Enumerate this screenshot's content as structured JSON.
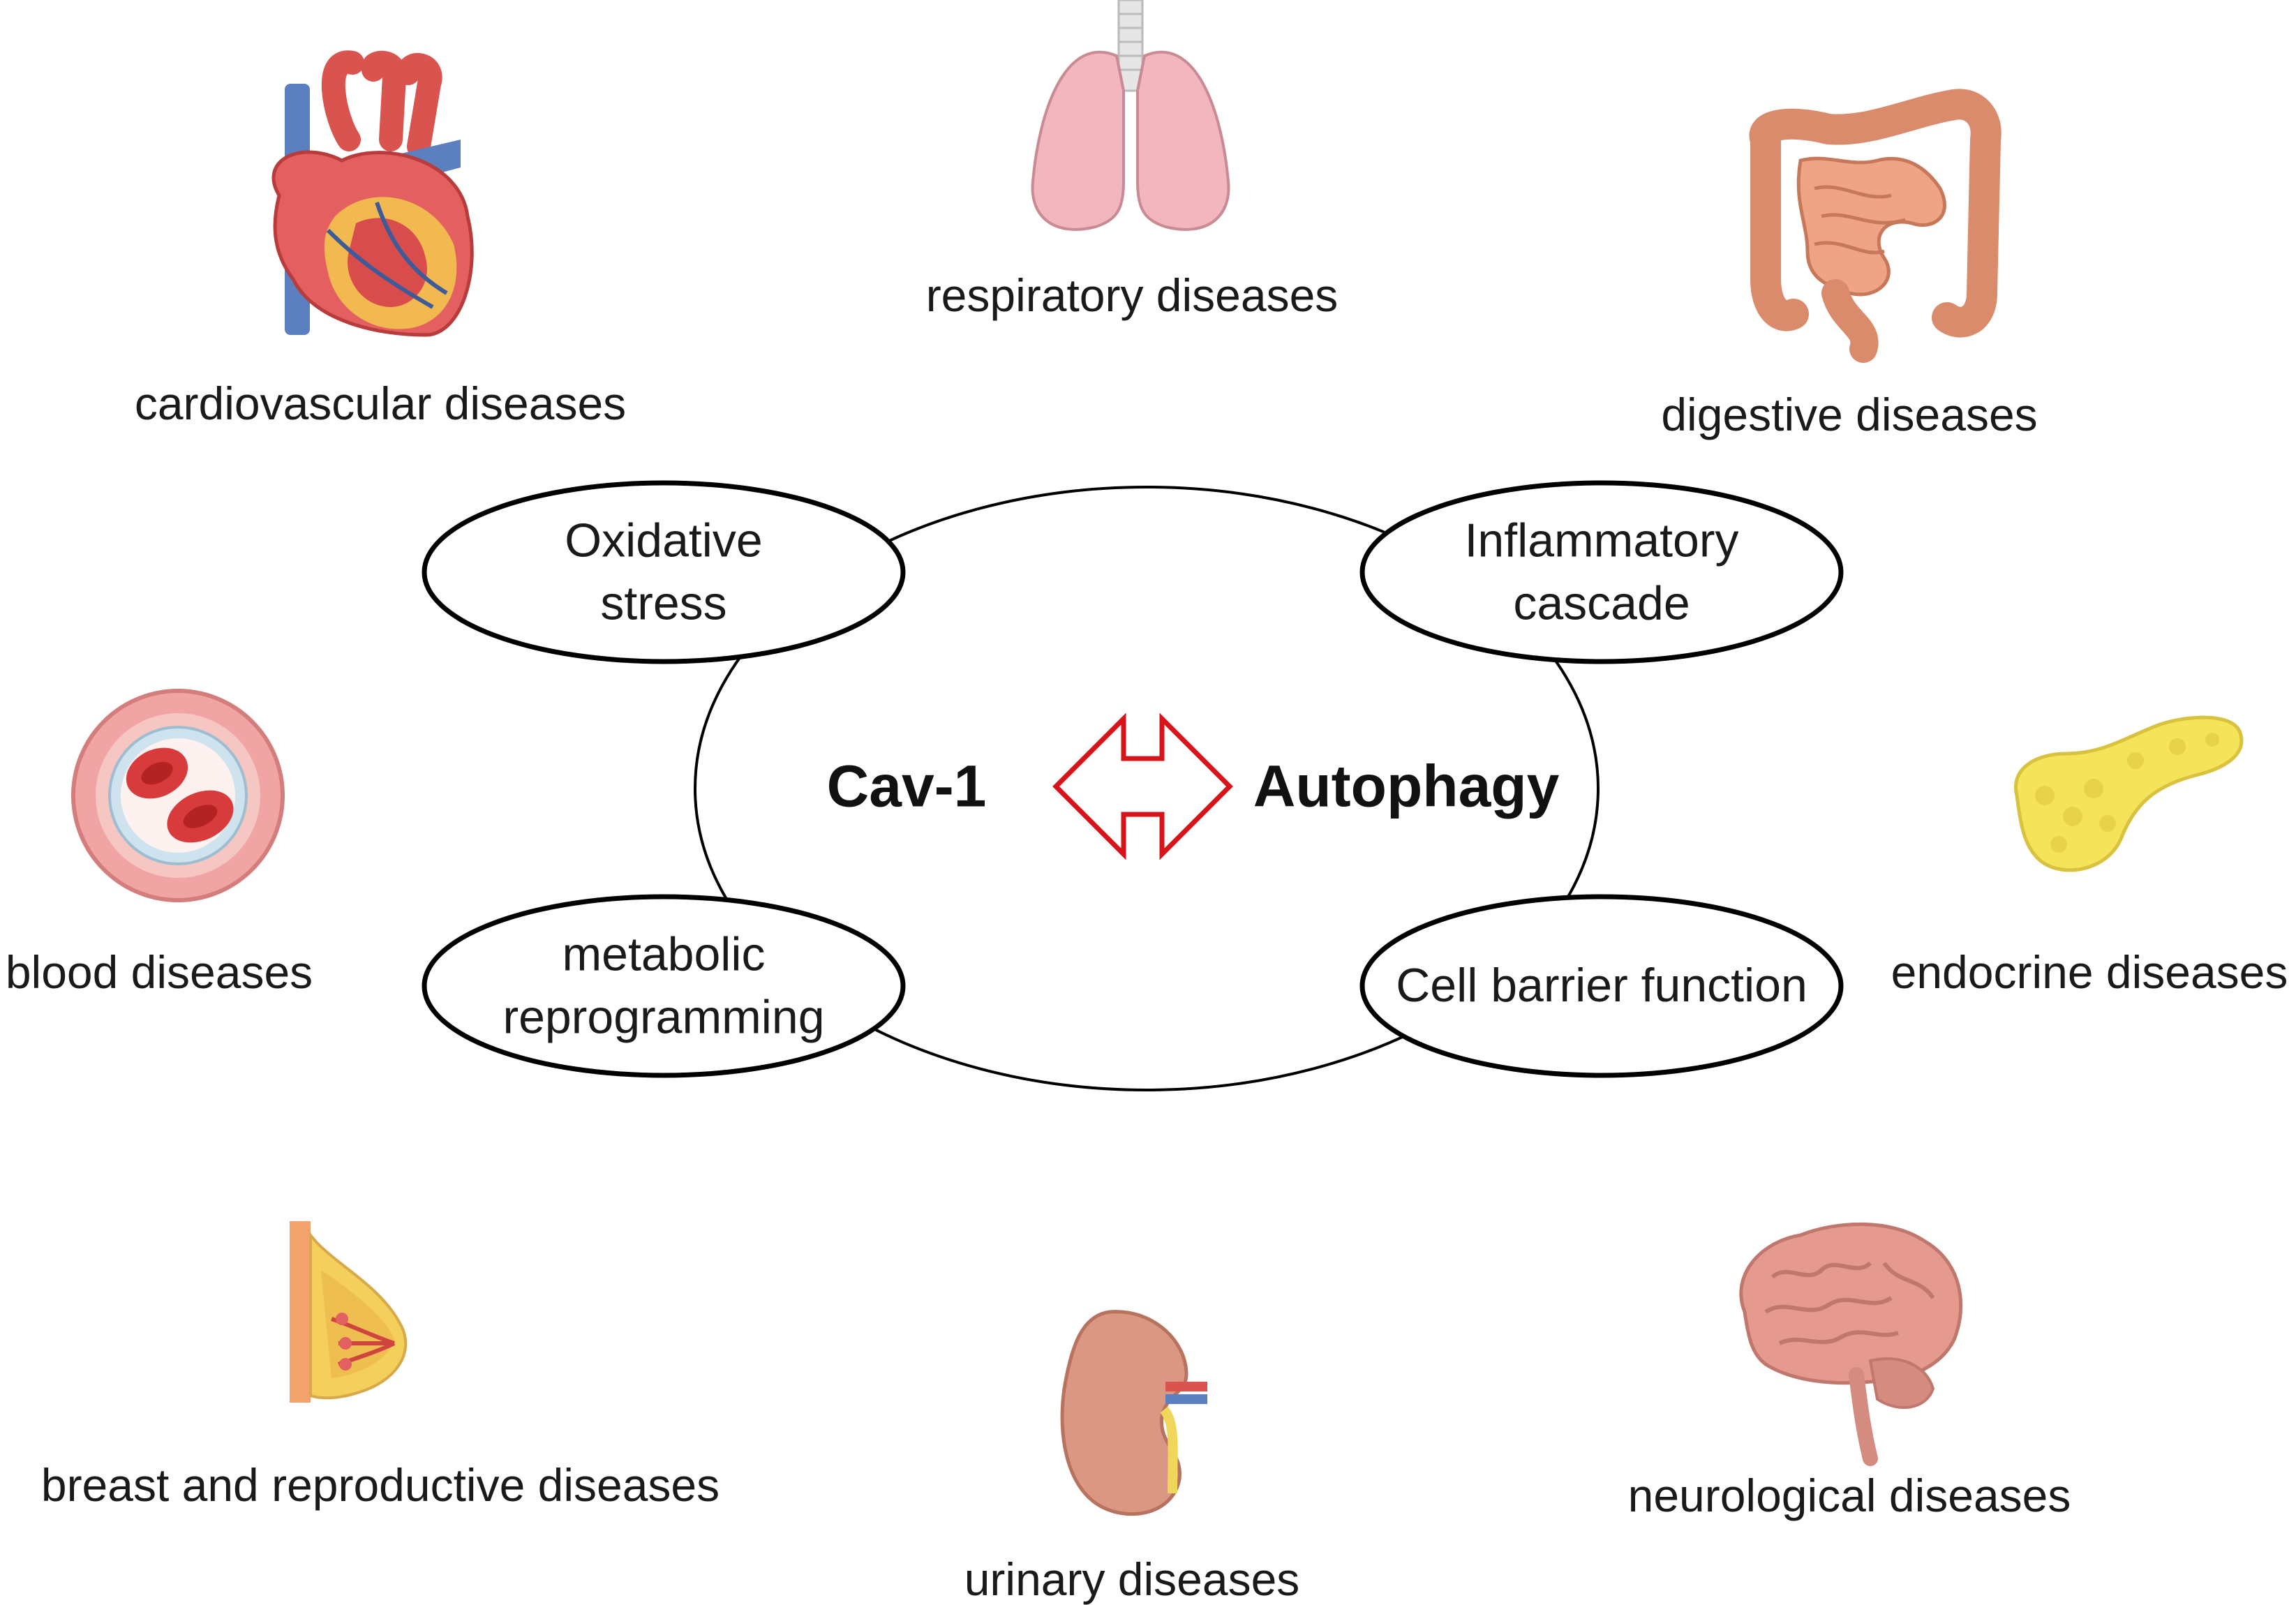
{
  "core": {
    "left": "Cav-1",
    "right": "Autophagy"
  },
  "mechanisms": [
    {
      "id": "oxidative",
      "lines": [
        "Oxidative",
        "stress"
      ]
    },
    {
      "id": "inflammatory",
      "lines": [
        "Inflammatory",
        "cascade"
      ]
    },
    {
      "id": "metabolic",
      "lines": [
        "metabolic",
        "reprogramming"
      ]
    },
    {
      "id": "barrier",
      "lines": [
        "Cell barrier function"
      ]
    }
  ],
  "diseases": {
    "cardiovascular": "cardiovascular diseases",
    "respiratory": "respiratory diseases",
    "digestive": "digestive diseases",
    "blood": "blood diseases",
    "endocrine": "endocrine diseases",
    "breast": "breast and reproductive diseases",
    "urinary": "urinary diseases",
    "neurological": "neurological diseases"
  },
  "colors": {
    "arrow": "#d7141a",
    "outline": "#000000"
  }
}
